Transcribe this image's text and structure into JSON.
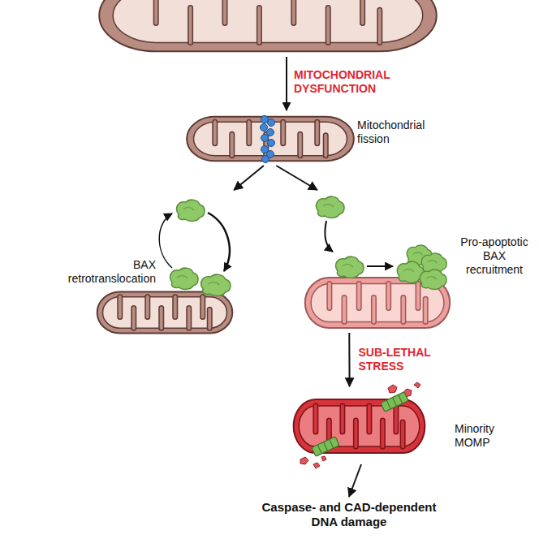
{
  "diagram": {
    "nodes": [
      {
        "text": [
          "Mitochondrial fission"
        ]
      },
      {
        "text": [
          "BAX retrotranslocation"
        ]
      },
      {
        "text": [
          "Pro-apoptotic BAX recruitment"
        ]
      },
      {
        "text": [
          "Minority MOMP"
        ]
      },
      {
        "text": [
          "Caspase- and CAD-dependent DNA damage"
        ]
      }
    ],
    "edges": [
      {
        "from": 0,
        "to": 1,
        "arrow": "to"
      },
      {
        "from": 0,
        "to": 2,
        "arrow": "to"
      },
      {
        "from": 2,
        "to": 3,
        "label": "SUB-LETHAL STRESS",
        "arrow": "to"
      },
      {
        "from": 3,
        "to": 4,
        "arrow": "to"
      }
    ],
    "labels": [
      "MITOCHONDRIAL DYSFUNCTION"
    ]
  }
}
